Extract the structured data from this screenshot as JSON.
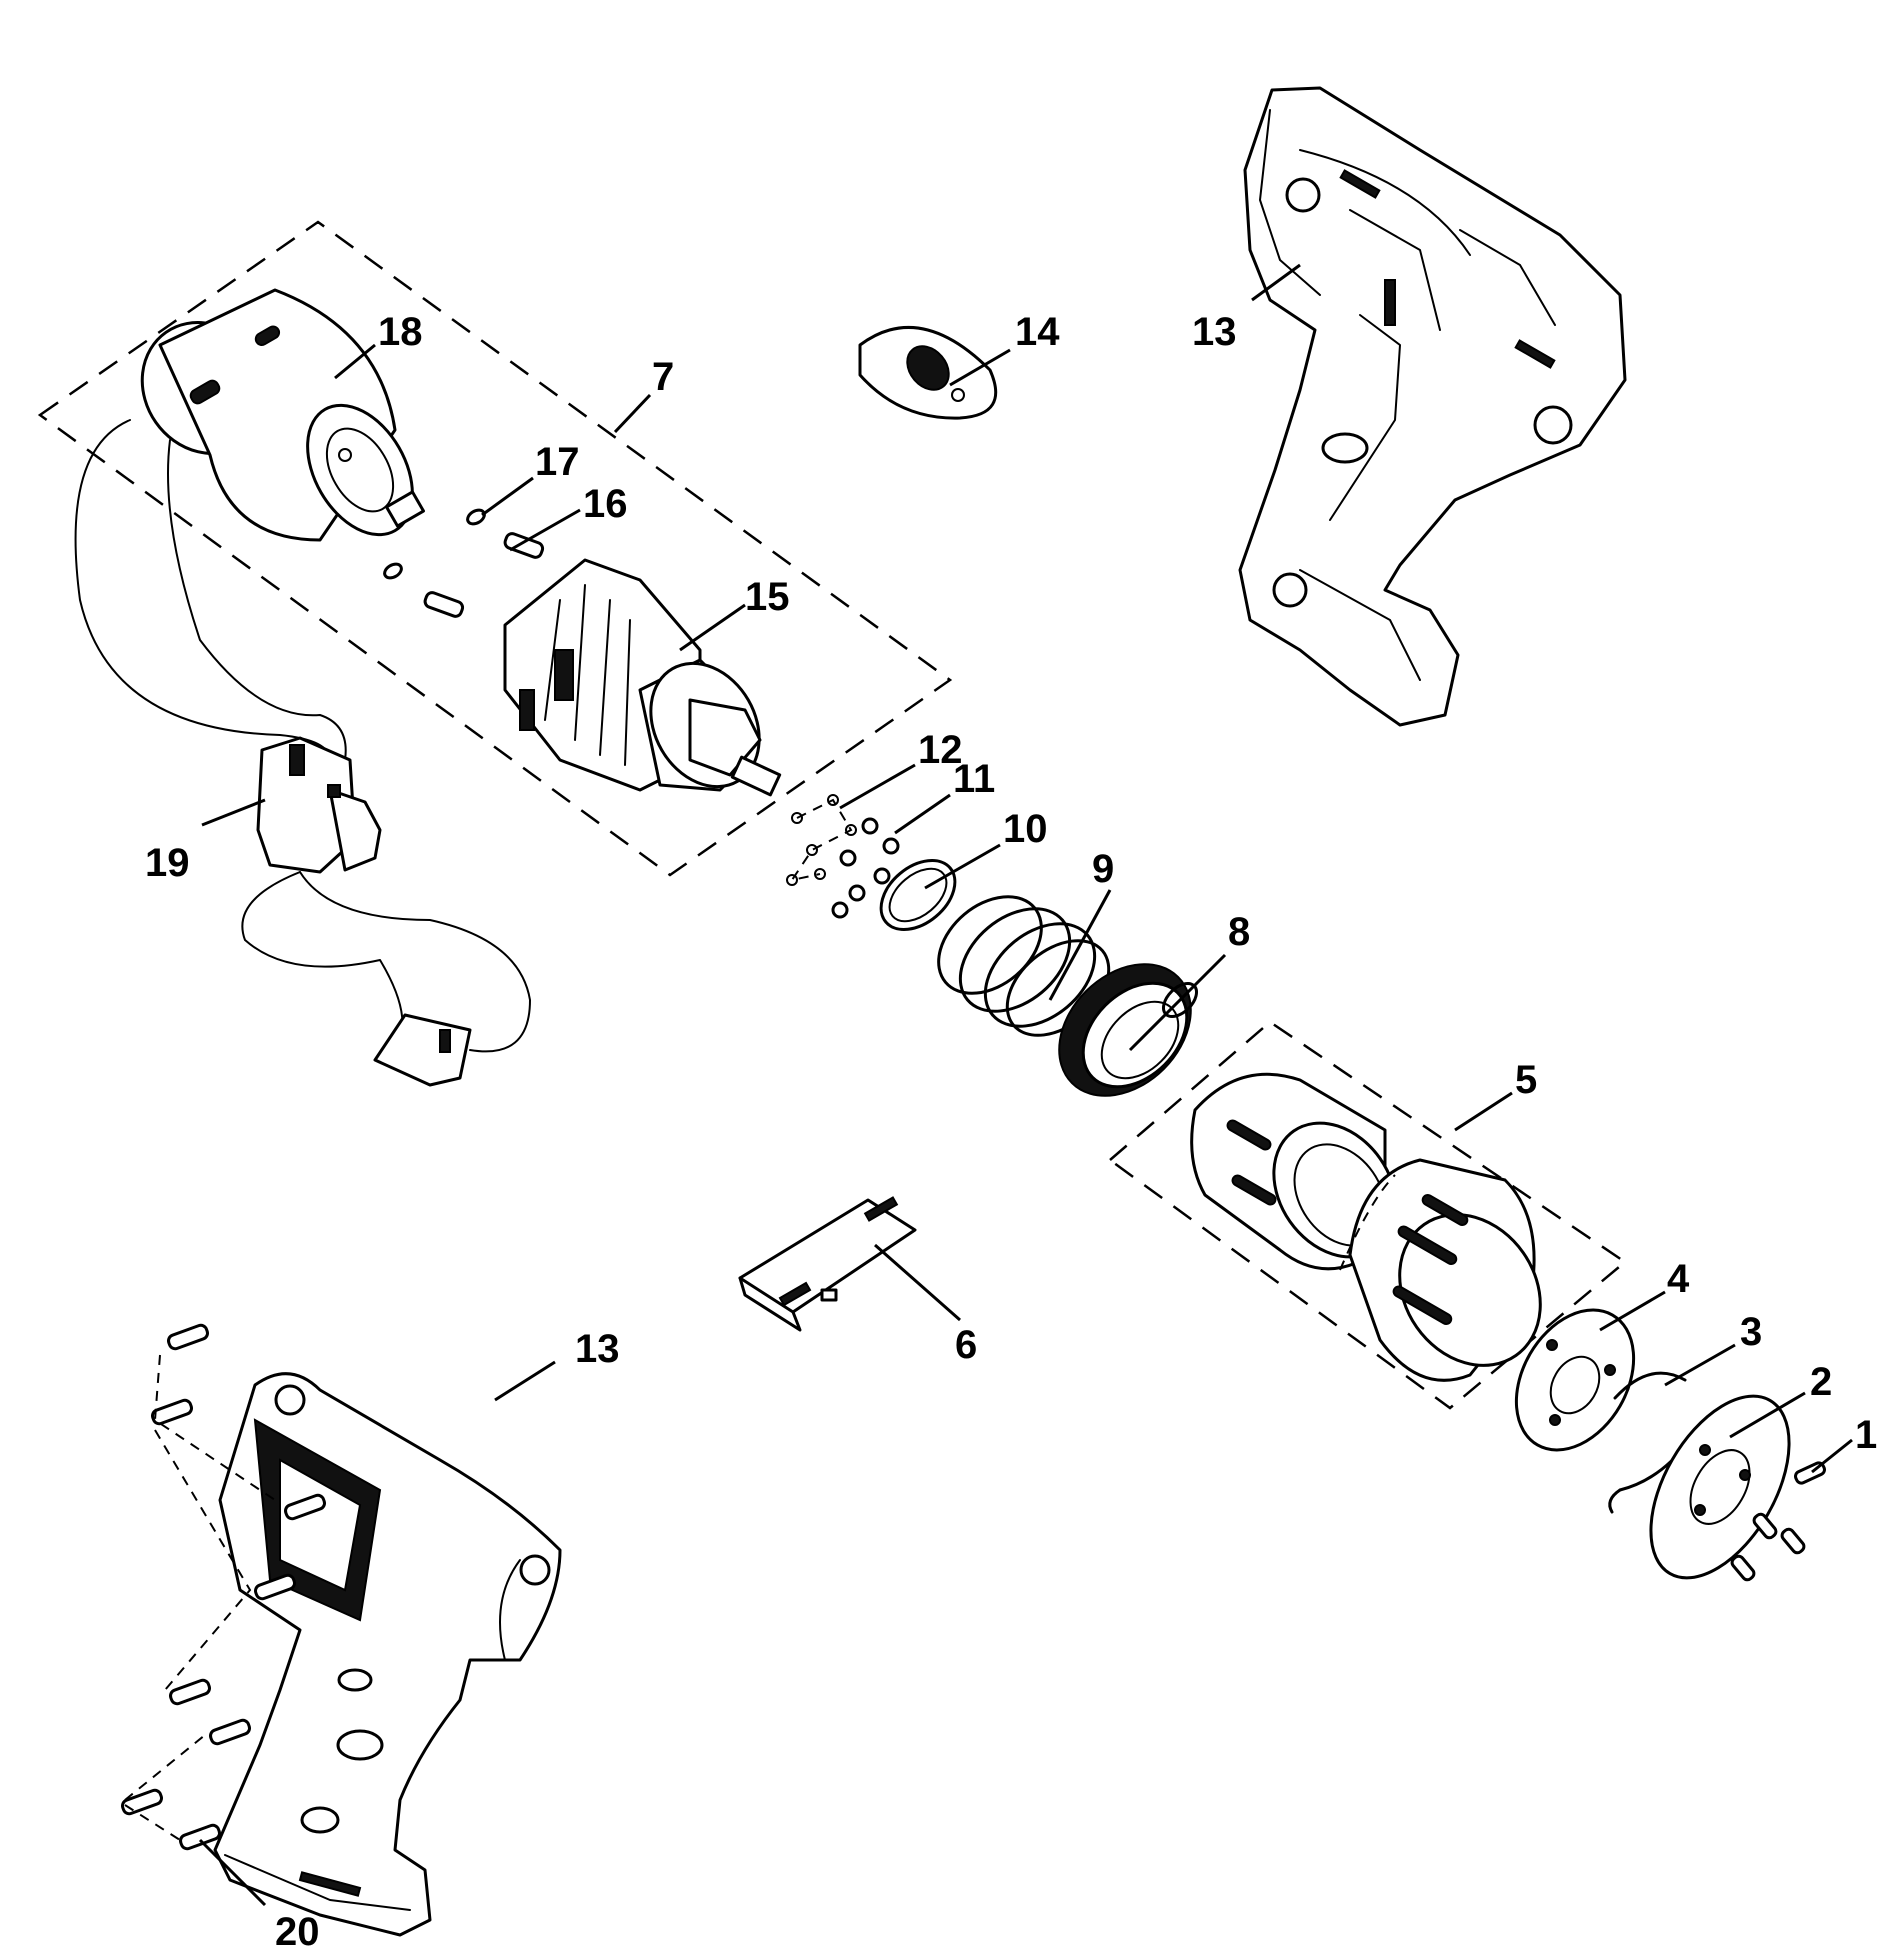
{
  "diagram": {
    "callouts": [
      {
        "id": "1",
        "text": "1"
      },
      {
        "id": "2",
        "text": "2"
      },
      {
        "id": "3",
        "text": "3"
      },
      {
        "id": "4",
        "text": "4"
      },
      {
        "id": "5",
        "text": "5"
      },
      {
        "id": "6",
        "text": "6"
      },
      {
        "id": "7",
        "text": "7"
      },
      {
        "id": "8",
        "text": "8"
      },
      {
        "id": "9",
        "text": "9"
      },
      {
        "id": "10",
        "text": "10"
      },
      {
        "id": "11",
        "text": "11"
      },
      {
        "id": "12",
        "text": "12"
      },
      {
        "id": "13a",
        "text": "13"
      },
      {
        "id": "13b",
        "text": "13"
      },
      {
        "id": "14",
        "text": "14"
      },
      {
        "id": "15",
        "text": "15"
      },
      {
        "id": "16",
        "text": "16"
      },
      {
        "id": "17",
        "text": "17"
      },
      {
        "id": "18",
        "text": "18"
      },
      {
        "id": "19",
        "text": "19"
      },
      {
        "id": "20",
        "text": "20"
      }
    ]
  }
}
